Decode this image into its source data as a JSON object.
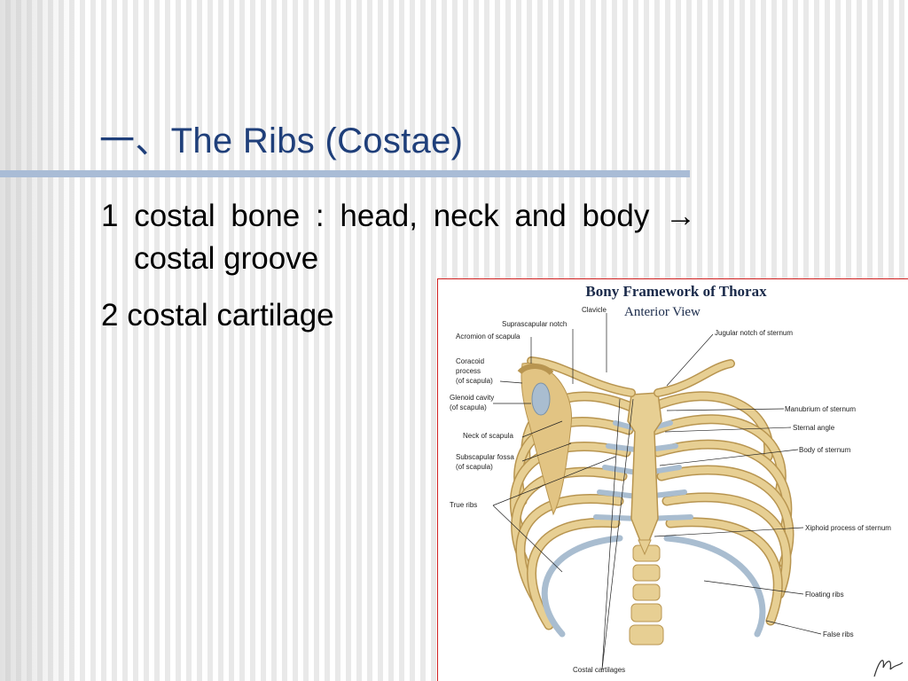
{
  "slide": {
    "title": "一、The Ribs (Costae)",
    "line1": "1 costal bone :  head,  neck and  body →",
    "line1_cont": "costal groove",
    "line2": "2 costal cartilage"
  },
  "figure": {
    "title": "Bony Framework of Thorax",
    "subtitle": "Anterior View",
    "labels": {
      "clavicle": "Clavicle",
      "suprascapular_notch": "Suprascapular notch",
      "acromion": "Acromion of scapula",
      "coracoid_1": "Coracoid",
      "coracoid_2": "process",
      "coracoid_3": "(of scapula)",
      "glenoid_1": "Glenoid cavity",
      "glenoid_2": "(of scapula)",
      "neck_scapula": "Neck of scapula",
      "subscapular_1": "Subscapular fossa",
      "subscapular_2": "(of scapula)",
      "true_ribs": "True ribs",
      "jugular_notch": "Jugular notch of sternum",
      "manubrium": "Manubrium of sternum",
      "sternal_angle": "Sternal angle",
      "body_sternum": "Body of sternum",
      "xiphoid": "Xiphoid process of sternum",
      "floating_ribs": "Floating ribs",
      "false_ribs": "False ribs",
      "costal_cartilages": "Costal cartilages"
    },
    "colors": {
      "bone": "#e7cf93",
      "bone_dark": "#b89550",
      "cartilage": "#a9bdd0",
      "title_text": "#1f3f7a",
      "rule": "#a9bcd6"
    }
  }
}
